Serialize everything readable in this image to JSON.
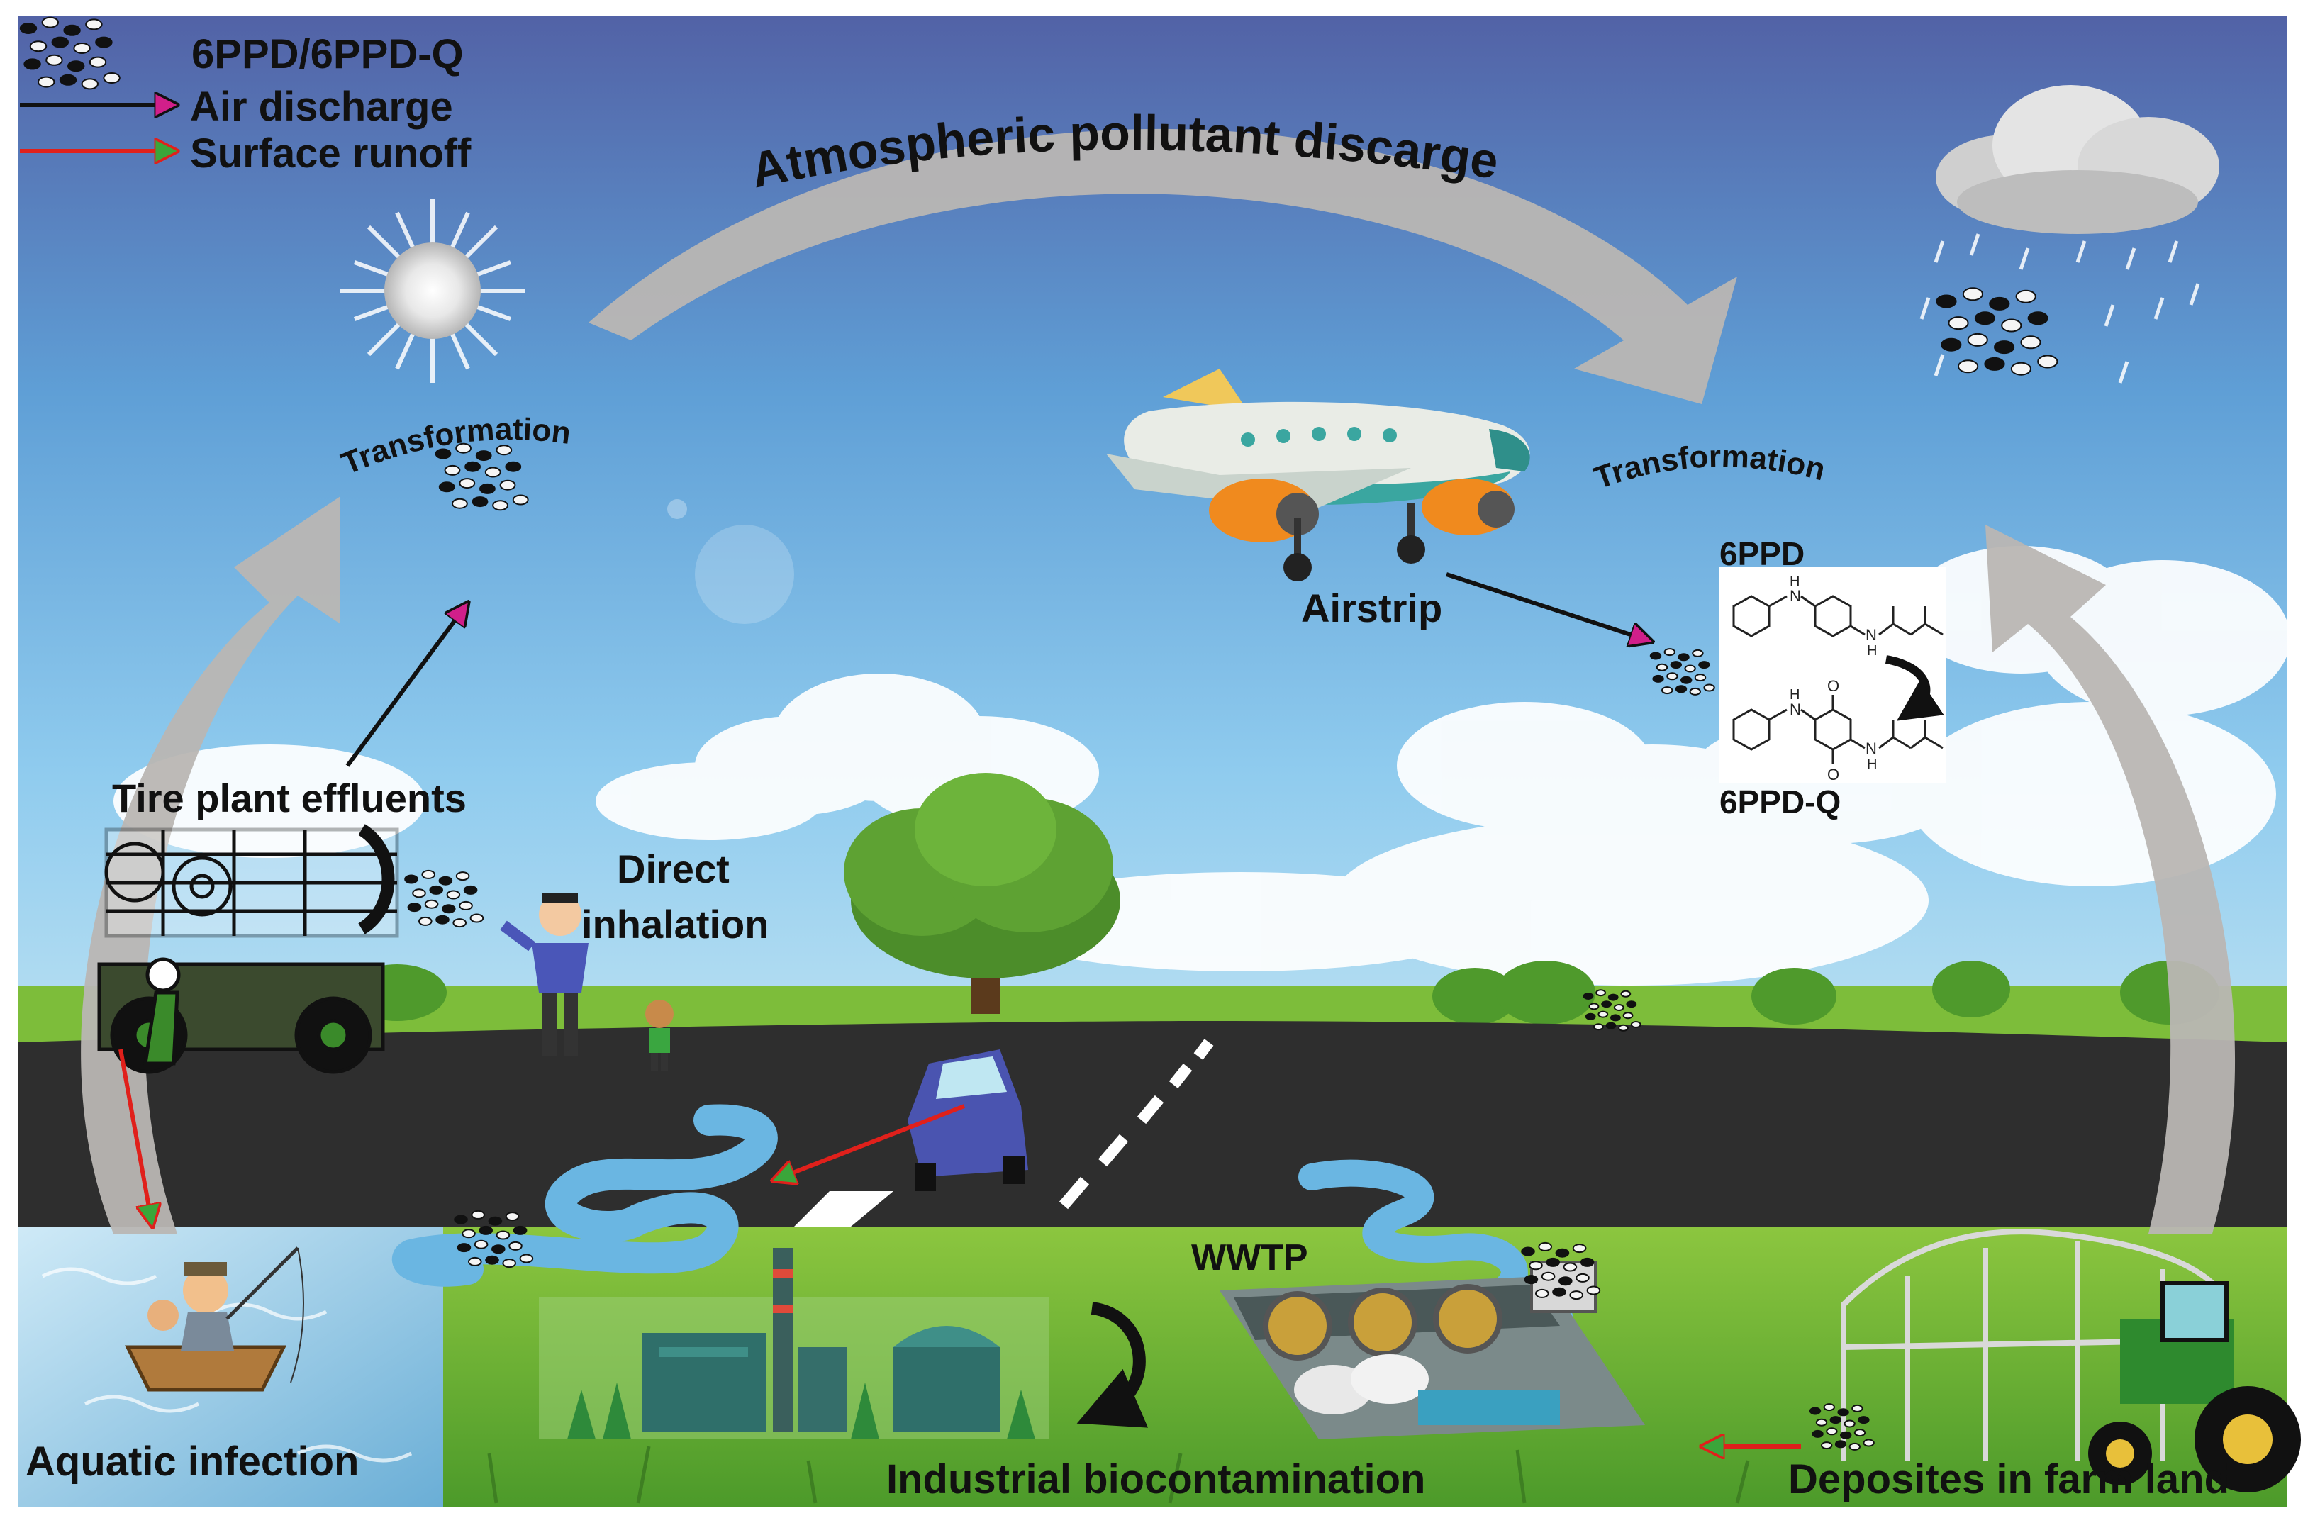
{
  "legend": {
    "pollutant": "6PPD/6PPD-Q",
    "air_discharge": "Air discharge",
    "surface_runoff": "Surface runoff",
    "air_color": "#111111",
    "runoff_color": "#e0201b",
    "arrow_head_color": "#d11f8a"
  },
  "labels": {
    "atmospheric": "Atmospheric pollutant discarge",
    "transformation_left": "Transformation",
    "transformation_right": "Transformation",
    "airstrip": "Airstrip",
    "tire_plant": "Tire plant effluents",
    "direct_line1": "Direct",
    "direct_line2": "inhalation",
    "wwtp": "WWTP",
    "aquatic": "Aquatic infection",
    "industrial": "Industrial biocontamination",
    "farm": "Deposites in farm land"
  },
  "chemistry": {
    "compound_a": "6PPD",
    "compound_b": "6PPD-Q",
    "atom_n": "N",
    "atom_h": "H",
    "atom_o": "O"
  },
  "colors": {
    "sky_top": "#5566a8",
    "sky_bottom": "#9fd4f0",
    "grass": "#6fb437",
    "road": "#2d2d2d",
    "water": "#6fb7de",
    "cycle_arrow": "#b9b6b3"
  }
}
